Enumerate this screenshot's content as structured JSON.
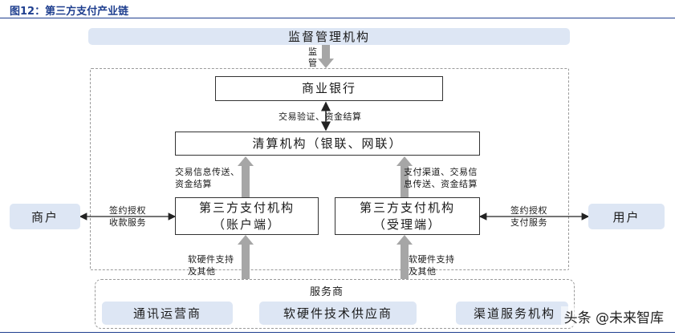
{
  "header": {
    "title": "图12：第三方支付产业链"
  },
  "regulator": {
    "label": "监督管理机构",
    "arrow_text": [
      "监",
      "管"
    ]
  },
  "bank": {
    "label": "商业银行"
  },
  "bank_clearing_label": "交易验证、资金结算",
  "clearing": {
    "label": "清算机构（银联、网联）"
  },
  "left_up_label": [
    "交易信息传送、",
    "资金结算"
  ],
  "right_up_label": [
    "支付渠道、交易信",
    "息传送、资金结算"
  ],
  "account_side": {
    "line1": "第三方支付机构",
    "line2": "（账户端）"
  },
  "acquiring_side": {
    "line1": "第三方支付机构",
    "line2": "（受理端）"
  },
  "merchant": {
    "label": "商户",
    "link_text": [
      "签约授权",
      "收款服务"
    ]
  },
  "user": {
    "label": "用户",
    "link_text": [
      "签约授权",
      "支付服务"
    ]
  },
  "left_bottom_label": [
    "软硬件支持",
    "及其他"
  ],
  "right_bottom_label": [
    "软硬件支持",
    "及其他"
  ],
  "service": {
    "title": "服务商",
    "items": [
      "通讯运营商",
      "软硬件技术供应商",
      "渠道服务机构"
    ]
  },
  "watermark": "头条 @未来智库",
  "colors": {
    "accent": "#1f3f8f",
    "pill_fill": "#dde6f4",
    "arrow_gray": "#a6a6a6"
  }
}
